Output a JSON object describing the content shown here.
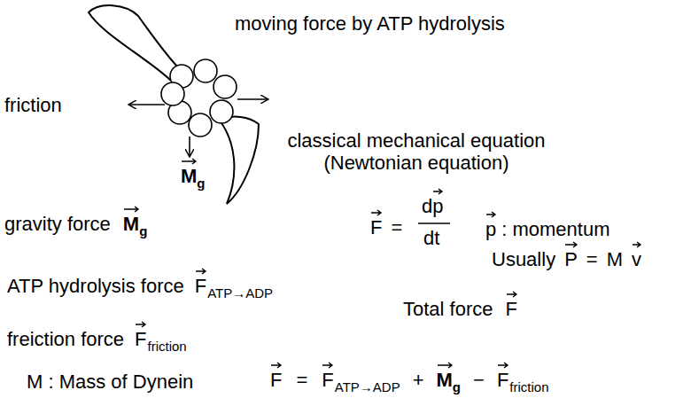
{
  "diagram": {
    "labels": [
      "moving force by ATP hydrolysis",
      "friction",
      "M",
      "g",
      "classical mechanical equation (Newtonian equation)",
      "gravity force",
      "M",
      "g",
      "F",
      "=",
      "d",
      "p",
      "dt",
      "p",
      ": momentum",
      "Usually",
      "P",
      "=",
      "M",
      "v",
      "ATP hydrolysis force",
      "F",
      "ATP→ADP",
      "Total force",
      "F",
      "freiction force",
      "F",
      "friction",
      "M : Mass of Dynein",
      "F",
      "=",
      "F",
      "ATP→ADP",
      "+",
      "M",
      "g",
      "−",
      "F",
      "friction"
    ]
  }
}
